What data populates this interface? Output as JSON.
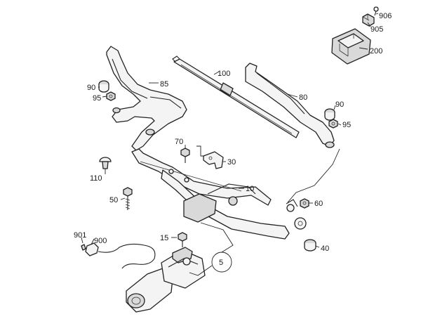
{
  "callouts": {
    "p906": "906",
    "p905": "905",
    "p200": "200",
    "p100": "100",
    "p90_left": "90",
    "p85": "85",
    "p95_left": "95",
    "p80": "80",
    "p90_right": "90",
    "p95_right": "95",
    "p70": "70",
    "p30": "30",
    "p110": "110",
    "p10": "10",
    "p50": "50",
    "p60": "60",
    "p901": "901",
    "p900": "900",
    "p15": "15",
    "p40": "40",
    "p5": "5"
  }
}
